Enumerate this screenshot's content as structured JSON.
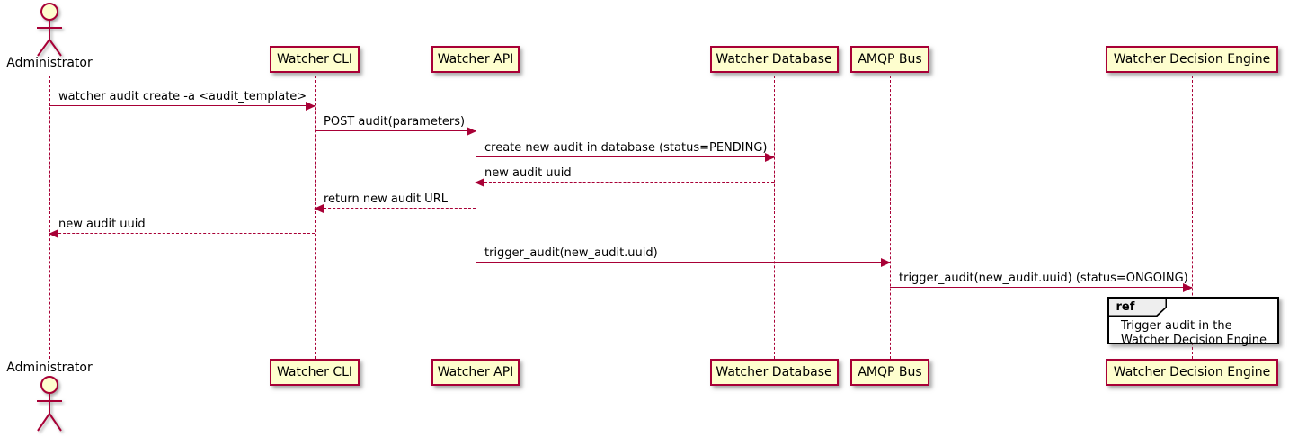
{
  "diagram_type": "uml-sequence",
  "actor": {
    "name": "Administrator"
  },
  "participants": [
    {
      "name": "Watcher CLI"
    },
    {
      "name": "Watcher API"
    },
    {
      "name": "Watcher Database"
    },
    {
      "name": "AMQP Bus"
    },
    {
      "name": "Watcher Decision Engine"
    }
  ],
  "messages": [
    {
      "from": "Administrator",
      "to": "Watcher CLI",
      "text": "watcher audit create -a <audit_template>",
      "line": "solid"
    },
    {
      "from": "Watcher CLI",
      "to": "Watcher API",
      "text": "POST audit(parameters)",
      "line": "solid"
    },
    {
      "from": "Watcher API",
      "to": "Watcher Database",
      "text": "create new audit in database (status=PENDING)",
      "line": "solid"
    },
    {
      "from": "Watcher Database",
      "to": "Watcher API",
      "text": "new audit uuid",
      "line": "dashed"
    },
    {
      "from": "Watcher API",
      "to": "Watcher CLI",
      "text": "return new audit URL",
      "line": "dashed"
    },
    {
      "from": "Watcher CLI",
      "to": "Administrator",
      "text": "new audit uuid",
      "line": "dashed"
    },
    {
      "from": "Watcher API",
      "to": "AMQP Bus",
      "text": "trigger_audit(new_audit.uuid)",
      "line": "solid"
    },
    {
      "from": "AMQP Bus",
      "to": "Watcher Decision Engine",
      "text": "trigger_audit(new_audit.uuid) (status=ONGOING)",
      "line": "solid"
    }
  ],
  "ref": {
    "keyword": "ref",
    "line1": "Trigger audit in the",
    "line2": "Watcher Decision Engine"
  },
  "colors": {
    "participant_fill": "#FEFECE",
    "participant_border": "#A80036",
    "message_line": "#A80036",
    "text": "#000000",
    "ref_border": "#000000",
    "ref_header_fill": "#EEEEEE"
  }
}
